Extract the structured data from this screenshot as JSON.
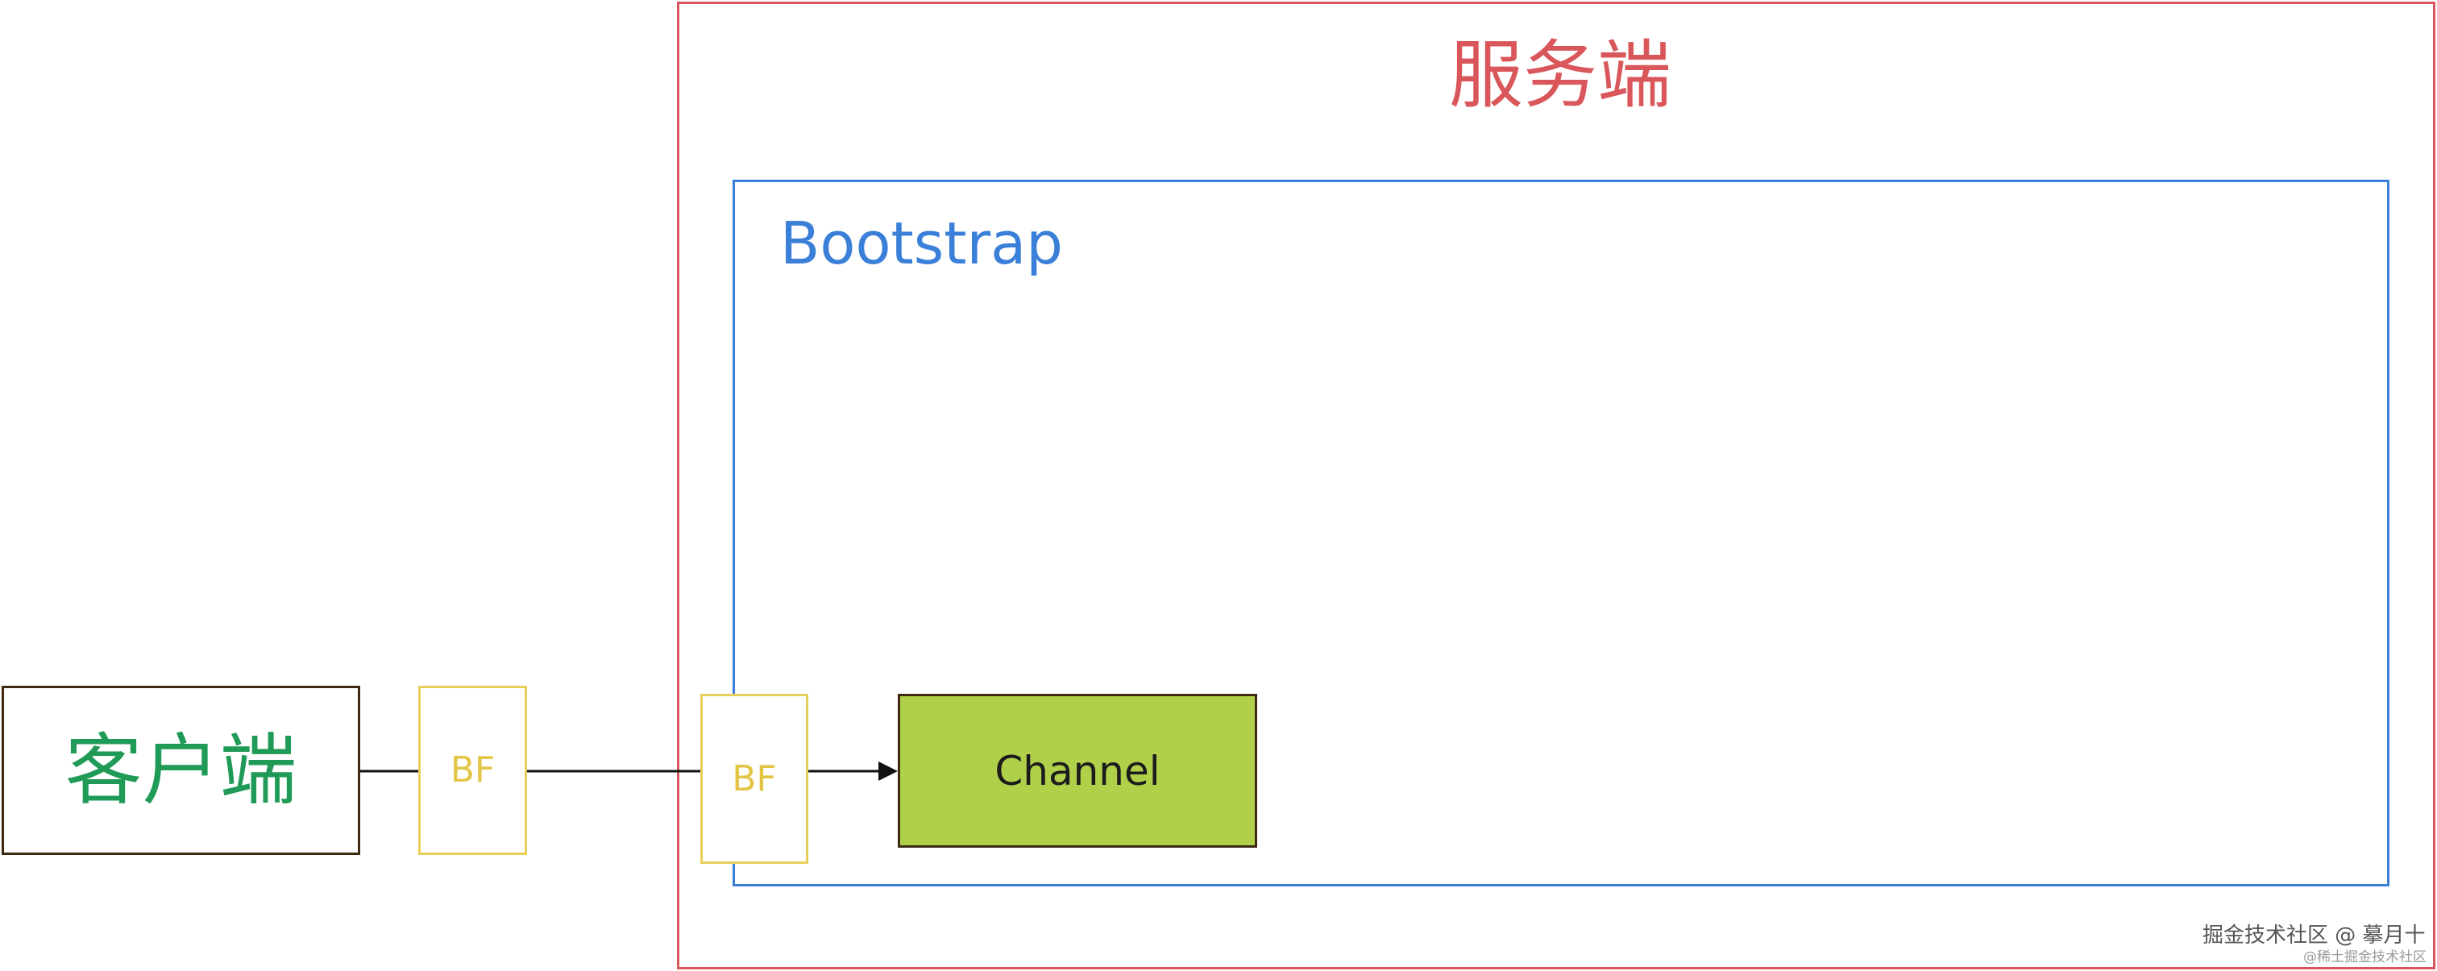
{
  "server": {
    "title": "服务端",
    "color": "#d9575a"
  },
  "bootstrap": {
    "title": "Bootstrap",
    "color": "#3a7fd8"
  },
  "client": {
    "label": "客户端",
    "text_color": "#1f9a57",
    "border_color": "#3e2a12"
  },
  "bf_left": {
    "label": "BF",
    "color": "#e3c545"
  },
  "bf_right": {
    "label": "BF",
    "color": "#e3c545"
  },
  "channel": {
    "label": "Channel",
    "fill_color": "#b1d04a"
  },
  "edges": [
    {
      "from": "client",
      "to": "bf_left",
      "arrow": false
    },
    {
      "from": "bf_left",
      "to": "bf_right",
      "arrow": false
    },
    {
      "from": "bf_right",
      "to": "channel",
      "arrow": true
    }
  ],
  "watermark": {
    "main": "掘金技术社区 @ 摹月十",
    "sub": "@稀土掘金技术社区"
  }
}
